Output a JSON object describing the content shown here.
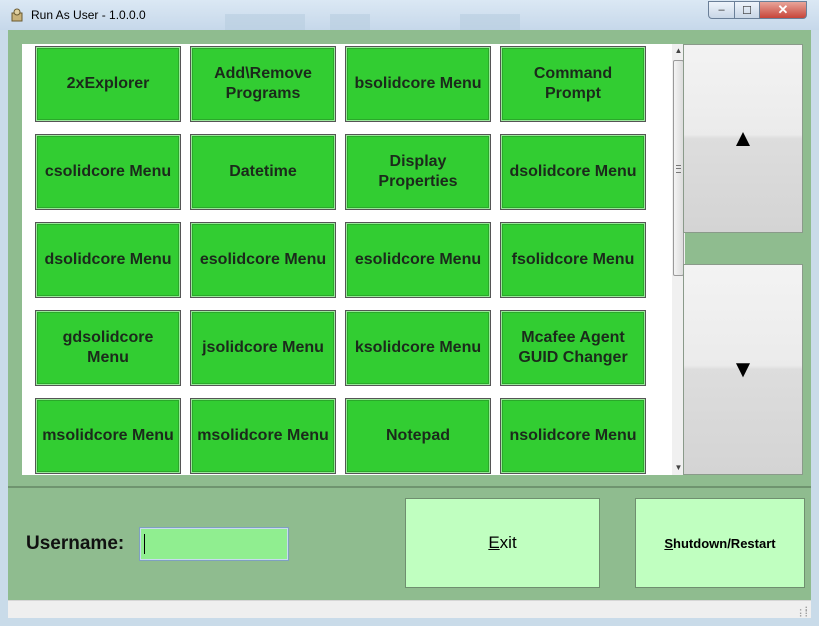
{
  "window": {
    "title": "Run As User - 1.0.0.0",
    "controls": {
      "minimize": "–",
      "maximize": "☐",
      "close": "✕"
    }
  },
  "app_grid": {
    "items": [
      "2xExplorer",
      "Add\\Remove Programs",
      "bsolidcore Menu",
      "Command Prompt",
      "csolidcore Menu",
      "Datetime",
      "Display Properties",
      "dsolidcore Menu",
      "dsolidcore Menu",
      "esolidcore Menu",
      "esolidcore Menu",
      "fsolidcore Menu",
      "gdsolidcore Menu",
      "jsolidcore Menu",
      "ksolidcore Menu",
      "Mcafee Agent GUID Changer",
      "msolidcore Menu",
      "msolidcore Menu",
      "Notepad",
      "nsolidcore Menu"
    ],
    "scrollbar": {
      "up_glyph": "▲",
      "down_glyph": "▼",
      "grip_glyph": "≡"
    }
  },
  "scroll_buttons": {
    "up": "▲",
    "down": "▼"
  },
  "login": {
    "username_label": "Username:",
    "username_value": ""
  },
  "actions": {
    "exit": "Exit",
    "shutdown": "Shutdown/Restart"
  },
  "colors": {
    "tile": "#32cd32",
    "panel_bg": "#8fbc8f",
    "input_bg": "#90ee90",
    "action_bg": "#c0ffc0"
  }
}
